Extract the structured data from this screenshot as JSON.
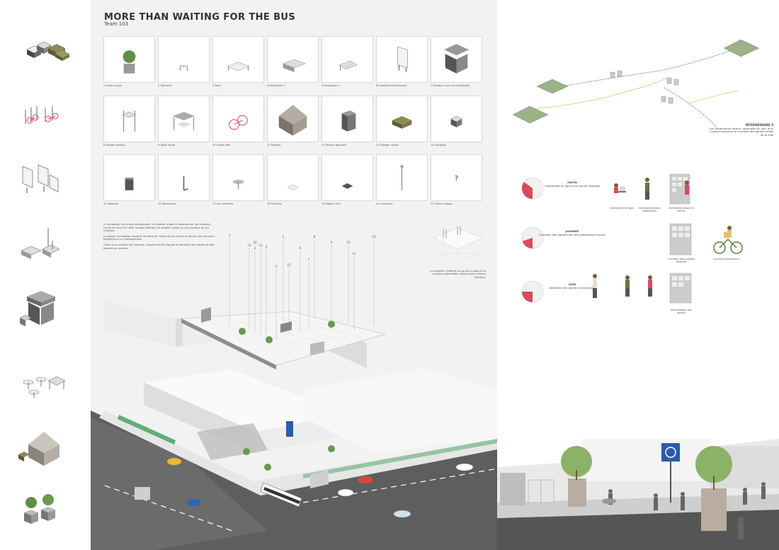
{
  "poster": {
    "title": "MORE THAN WAITING FOR THE BUS",
    "team": "Team 103"
  },
  "catalog": [
    {
      "num": "1",
      "name": "Arbre en pot"
    },
    {
      "num": "2",
      "name": "Tabouret"
    },
    {
      "num": "3",
      "name": "Banc"
    },
    {
      "num": "4",
      "name": "Relaxation 1"
    },
    {
      "num": "5",
      "name": "Relaxation 2"
    },
    {
      "num": "6",
      "name": "Exposition temporaire"
    },
    {
      "num": "7",
      "name": "Kiosque à service modulable"
    },
    {
      "num": "8",
      "name": "Manger debout"
    },
    {
      "num": "9",
      "name": "Table haute"
    },
    {
      "num": "10",
      "name": "Garde vélo"
    },
    {
      "num": "11",
      "name": "Pavillon"
    },
    {
      "num": "12",
      "name": "Paniers légumes"
    },
    {
      "num": "13",
      "name": "Potager urbain"
    },
    {
      "num": "14",
      "name": "Compost"
    },
    {
      "num": "15",
      "name": "Poubelle"
    },
    {
      "num": "16",
      "name": "Séparateur"
    },
    {
      "num": "17",
      "name": "Jeu d'enfants"
    },
    {
      "num": "18",
      "name": "Fontaine"
    },
    {
      "num": "19",
      "name": "Espace vert"
    },
    {
      "num": "20",
      "name": "Luminaire"
    },
    {
      "num": "21",
      "name": "Futurs usages"
    }
  ],
  "future_mark": "?",
  "description": [
    "En proposant une trame orthogonale, le mobilier urbain s'implante par des modules carrés de 50cm de côté. Chaque élément de mobilier utilise un ou plusieurs de ces modules.",
    "Le design du mobilier reprend l'écriture de l'arrêt de bus actuel et assure une structure métallique à un habillage bois.",
    "Grâce à ce système de modules, chaque site est équipé en fonction des usages et des besoins du quartier."
  ],
  "detail_note": "Le mobilier s'intègre au sol par le biais d'un système indécelable présent sous chaque élément.",
  "scene_numbers": [
    "1",
    "12",
    "2",
    "13",
    "3",
    "4",
    "5",
    "6",
    "7",
    "8",
    "9",
    "10",
    "11",
    "14",
    "15",
    "16"
  ],
  "intermediaire": {
    "title": "INTERMÉDIAIRE 0",
    "text": "Les producteurs locaux, regroupés au sein d'un collectif assurent la livraison des paniers relais de la ville"
  },
  "day_cycle": [
    {
      "name": "MATIN",
      "text": "Commande en ligne d'un panier légumes",
      "fraction": 0.35,
      "captions": [
        "Commande en ligne",
        "Commande depuis smartphone",
        "Commande depuis la borne"
      ]
    },
    {
      "name": "JOURNÉE",
      "text": "Livraison des paniers par des producteurs locaux",
      "fraction": 0.2,
      "captions": [
        "Livraison dans casiers réservés",
        "Livraison producteurs"
      ]
    },
    {
      "name": "SOIR",
      "text": "Obtention des paniers commandés",
      "fraction": 0.25,
      "captions": [
        "Récupération des paniers"
      ]
    }
  ],
  "colors": {
    "accent": "#d94a5c",
    "panel": "#f2f2f2",
    "tile_border": "#d8d8d8",
    "green_lane": "#5fae7a"
  }
}
